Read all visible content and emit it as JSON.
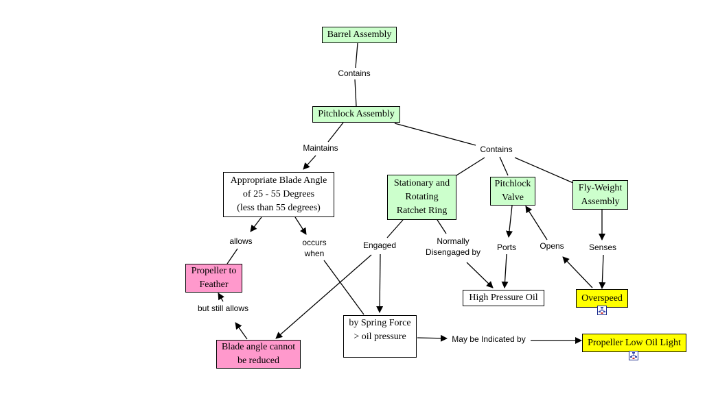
{
  "colors": {
    "concept_green": "#ccffcc",
    "concept_pink": "#ff99cc",
    "concept_yellow": "#ffff00",
    "concept_white": "#ffffff",
    "line": "#000000"
  },
  "concepts": {
    "barrel_assembly": "Barrel Assembly",
    "pitchlock_assembly": "Pitchlock Assembly",
    "blade_angle": "Appropriate Blade Angle\nof 25 - 55 Degrees\n(less than 55 degrees)",
    "ratchet_ring": "Stationary and\nRotating\nRatchet Ring",
    "pitchlock_valve": "Pitchlock\nValve",
    "fly_weight": "Fly-Weight\nAssembly",
    "propeller_feather": "Propeller to\nFeather",
    "blade_not_reduced": "Blade angle cannot\nbe reduced",
    "spring_force": "by Spring Force\n> oil pressure",
    "high_pressure_oil": "High Pressure Oil",
    "overspeed": "Overspeed",
    "low_oil_light": "Propeller Low Oil Light"
  },
  "link_labels": {
    "contains_1": "Contains",
    "maintains": "Maintains",
    "contains_2": "Contains",
    "allows": "allows",
    "occurs_when": "occurs\nwhen",
    "engaged": "Engaged",
    "normally_disengaged": "Normally\nDisengaged by",
    "ports": "Ports",
    "opens": "Opens",
    "senses": "Senses",
    "but_still_allows": "but still allows",
    "may_be_indicated": "May be Indicated by"
  },
  "icons": {
    "overspeed_submap": "submap-icon",
    "low_oil_light_submap": "submap-icon"
  }
}
